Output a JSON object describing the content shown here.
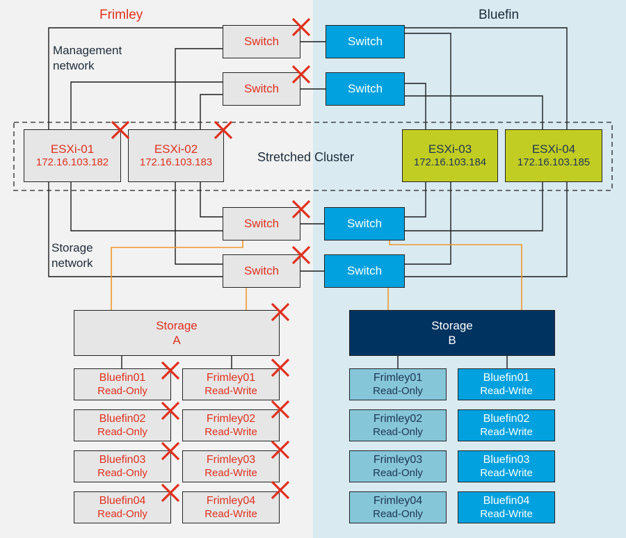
{
  "sites": {
    "left": "Frimley",
    "right": "Bluefin"
  },
  "labels": {
    "management": [
      "Management",
      "network"
    ],
    "storage": [
      "Storage",
      "network"
    ],
    "cluster": "Stretched Cluster"
  },
  "switch_label": "Switch",
  "hosts": [
    {
      "name": "ESXi-01",
      "ip": "172.16.103.182"
    },
    {
      "name": "ESXi-02",
      "ip": "172.16.103.183"
    },
    {
      "name": "ESXi-03",
      "ip": "172.16.103.184"
    },
    {
      "name": "ESXi-04",
      "ip": "172.16.103.185"
    }
  ],
  "storage": {
    "a": {
      "title": "Storage",
      "sub": "A"
    },
    "b": {
      "title": "Storage",
      "sub": "B"
    }
  },
  "datastores_a": [
    {
      "name": "Bluefin01",
      "mode": "Read-Only"
    },
    {
      "name": "Frimley01",
      "mode": "Read-Write"
    },
    {
      "name": "Bluefin02",
      "mode": "Read-Only"
    },
    {
      "name": "Frimley02",
      "mode": "Read-Write"
    },
    {
      "name": "Bluefin03",
      "mode": "Read-Only"
    },
    {
      "name": "Frimley03",
      "mode": "Read-Write"
    },
    {
      "name": "Bluefin04",
      "mode": "Read-Only"
    },
    {
      "name": "Frimley04",
      "mode": "Read-Write"
    }
  ],
  "datastores_b": [
    {
      "name": "Frimley01",
      "mode": "Read-Only"
    },
    {
      "name": "Bluefin01",
      "mode": "Read-Write"
    },
    {
      "name": "Frimley02",
      "mode": "Read-Only"
    },
    {
      "name": "Bluefin02",
      "mode": "Read-Write"
    },
    {
      "name": "Frimley03",
      "mode": "Read-Only"
    },
    {
      "name": "Bluefin03",
      "mode": "Read-Write"
    },
    {
      "name": "Frimley04",
      "mode": "Read-Only"
    },
    {
      "name": "Bluefin04",
      "mode": "Read-Write"
    }
  ],
  "colors": {
    "frimley_bg": "#f2f2f2",
    "bluefin_bg": "#d9eaf1",
    "failed_text": "#e0301e",
    "switch_blue": "#00a1de",
    "host_green": "#c2cd23",
    "storage_navy": "#003360",
    "readonly_blue": "#86c6d9",
    "storage_link": "#f0962d"
  },
  "failure_marker_icon": "red-x-icon"
}
